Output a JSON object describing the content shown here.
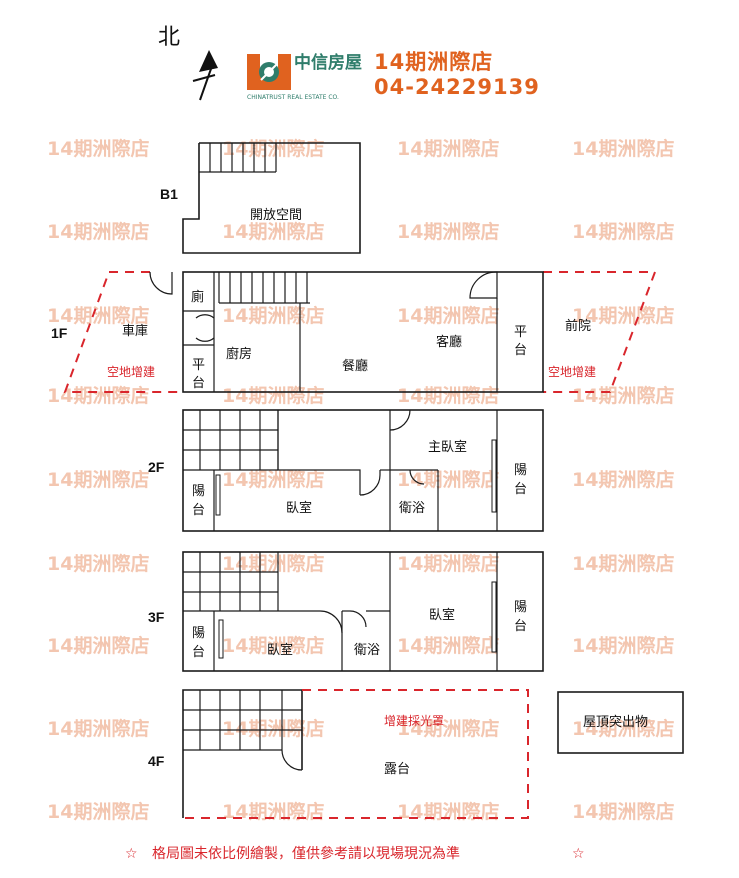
{
  "header": {
    "north_label": "北",
    "logo_name": "中信房屋",
    "logo_sub": "CHINATRUST REAL ESTATE CO.",
    "store_name": "14期洲際店",
    "phone": "04-24229139"
  },
  "watermark": "14期洲際店",
  "levels": {
    "b1": "B1",
    "f1": "1F",
    "f2": "2F",
    "f3": "3F",
    "f4": "4F"
  },
  "rooms": {
    "b1_open": "開放空間",
    "f1_garage": "車庫",
    "f1_toilet": "廁",
    "f1_platform_left": "平台",
    "f1_kitchen": "廚房",
    "f1_dining": "餐廳",
    "f1_living": "客廳",
    "f1_platform_right": "平台",
    "f1_front_yard": "前院",
    "f1_addition_left": "空地增建",
    "f1_addition_right": "空地增建",
    "f2_master": "主臥室",
    "f2_balcony_left": "陽台",
    "f2_bedroom": "臥室",
    "f2_bath": "衛浴",
    "f2_balcony_right": "陽台",
    "f3_balcony_left": "陽台",
    "f3_bedroom_left": "臥室",
    "f3_bath": "衛浴",
    "f3_bedroom_right": "臥室",
    "f3_balcony_right": "陽台",
    "f4_skylight": "增建採光罩",
    "f4_terrace": "露台",
    "roof_structure": "屋頂突出物"
  },
  "footer": {
    "star_left": "☆",
    "note": "格局圖未依比例繪製，僅供參考請以現場現況為準",
    "star_right": "☆"
  },
  "colors": {
    "brand": "#e0621f",
    "watermark": "#f3c6b0",
    "addition": "#d9262c",
    "line": "#1a1a1a"
  }
}
